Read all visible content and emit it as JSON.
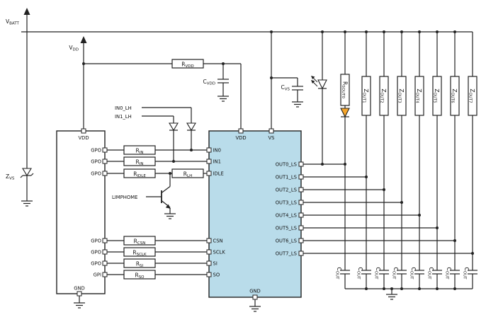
{
  "labels": {
    "vbatt": {
      "m": "V",
      "s": "BATT"
    },
    "vdd": {
      "m": "V",
      "s": "DD"
    },
    "zvs": {
      "m": "Z",
      "s": "VS"
    },
    "rvdd": {
      "m": "R",
      "s": "VDD"
    },
    "cvdd": {
      "m": "C",
      "s": "VDD"
    },
    "cvs": {
      "m": "C",
      "s": "VS"
    },
    "in0_lh": "IN0_LH",
    "in1_lh": "IN1_LH",
    "limphome": "LIMPHOME"
  },
  "resistors": {
    "rin0": {
      "m": "R",
      "s": "IN"
    },
    "rin1": {
      "m": "R",
      "s": "IN"
    },
    "ridle": {
      "m": "R",
      "s": "IDLE"
    },
    "rlh": {
      "m": "R",
      "s": "LH"
    },
    "rcsn": {
      "m": "R",
      "s": "CSN"
    },
    "rsclk": {
      "m": "R",
      "s": "SCLK"
    },
    "rsi": {
      "m": "R",
      "s": "SI"
    },
    "rso": {
      "m": "R",
      "s": "SO"
    }
  },
  "mcu": {
    "vdd_pin": "VDD",
    "gnd_pin": "GND",
    "gpio": [
      "GPO",
      "GPO",
      "GPO",
      "GPO",
      "GPO",
      "GPO",
      "GPI"
    ]
  },
  "ic": {
    "vdd_pin": "VDD",
    "vs_pin": "VS",
    "gnd_pin": "GND",
    "left_pins": [
      "IN0",
      "IN1",
      "IDLE",
      "CSN",
      "SCLK",
      "SI",
      "SO"
    ],
    "out_pins": [
      "OUT0_LS",
      "OUT1_LS",
      "OUT2_LS",
      "OUT3_LS",
      "OUT4_LS",
      "OUT5_LS",
      "OUT6_LS",
      "OUT7_LS"
    ]
  },
  "loads": {
    "rsout0": {
      "m": "R",
      "s": "SOUT0"
    },
    "zout": [
      {
        "m": "Z",
        "s": "OUT1"
      },
      {
        "m": "Z",
        "s": "OUT2"
      },
      {
        "m": "Z",
        "s": "OUT3"
      },
      {
        "m": "Z",
        "s": "OUT4"
      },
      {
        "m": "Z",
        "s": "OUT5"
      },
      {
        "m": "Z",
        "s": "OUT6"
      },
      {
        "m": "Z",
        "s": "OUT7"
      }
    ],
    "cout": {
      "m": "C",
      "s": "OUT"
    }
  },
  "colors": {
    "ic_fill": "#b9dcea",
    "led_fill": "#f5a52a",
    "wire": "#222222",
    "background": "#ffffff"
  }
}
